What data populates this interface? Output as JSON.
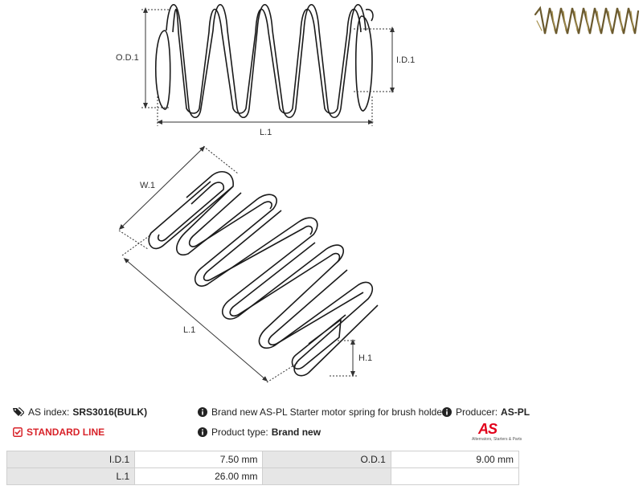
{
  "diagram": {
    "labels": {
      "od": "O.D.1",
      "id": "I.D.1",
      "l_top": "L.1",
      "w": "W.1",
      "l_bottom": "L.1",
      "h": "H.1"
    }
  },
  "info": {
    "as_index_label": "AS index:",
    "as_index_value": "SRS3016(BULK)",
    "line_label": "STANDARD LINE",
    "description": "Brand new AS-PL Starter motor spring for brush holder",
    "product_type_label": "Product type:",
    "product_type_value": "Brand new",
    "producer_label": "Producer:",
    "producer_value": "AS-PL"
  },
  "logo": {
    "brand": "AS",
    "tagline": "Alternators, Starters & Parts"
  },
  "specs": {
    "rows": [
      {
        "k1": "I.D.1",
        "v1": "7.50 mm",
        "k2": "O.D.1",
        "v2": "9.00 mm"
      },
      {
        "k1": "L.1",
        "v1": "26.00 mm",
        "k2": "",
        "v2": ""
      }
    ]
  },
  "colors": {
    "accent": "#d8232a",
    "header_cell": "#e6e6e6",
    "spring_photo": "#6b5a2e"
  },
  "icons": {
    "as_index": "tags-icon",
    "standard_line": "check-square-icon",
    "info": "info-circle-icon"
  }
}
